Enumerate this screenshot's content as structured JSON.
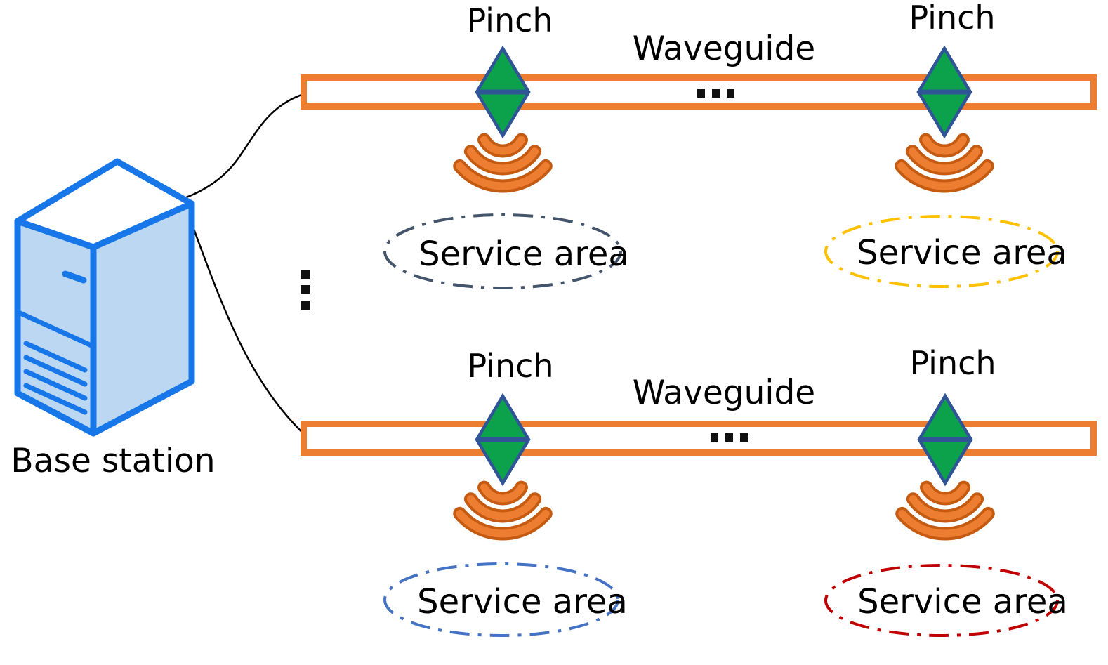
{
  "base_station": {
    "label": "Base station",
    "icon": "server-tower-icon"
  },
  "rows": [
    {
      "waveguide": {
        "label": "Waveguide",
        "ellipsis_icon": "horizontal-ellipsis"
      },
      "pinches": [
        {
          "label": "Pinch",
          "signal_icon": "signal-waves",
          "service_area": {
            "label": "Service area",
            "color": "#44546A"
          }
        },
        {
          "label": "Pinch",
          "signal_icon": "signal-waves",
          "service_area": {
            "label": "Service area",
            "color": "#FFC000"
          }
        }
      ]
    },
    {
      "waveguide": {
        "label": "Waveguide",
        "ellipsis_icon": "horizontal-ellipsis"
      },
      "pinches": [
        {
          "label": "Pinch",
          "signal_icon": "signal-waves",
          "service_area": {
            "label": "Service area",
            "color": "#4472C4"
          }
        },
        {
          "label": "Pinch",
          "signal_icon": "signal-waves",
          "service_area": {
            "label": "Service area",
            "color": "#C00000"
          }
        }
      ]
    }
  ],
  "row_separator_icon": "vertical-ellipsis",
  "colors": {
    "waveguide_outline": "#ED7D31",
    "pinch_fill": "#0CA24B",
    "pinch_border": "#2F5597",
    "signal_fill": "#ED7D31",
    "signal_outline": "#C55A11",
    "base_station_outline": "#1877E8",
    "base_station_fill": "#BCD7F2",
    "connector_line": "#000000",
    "text": "#000000",
    "background": "#FFFFFF"
  }
}
